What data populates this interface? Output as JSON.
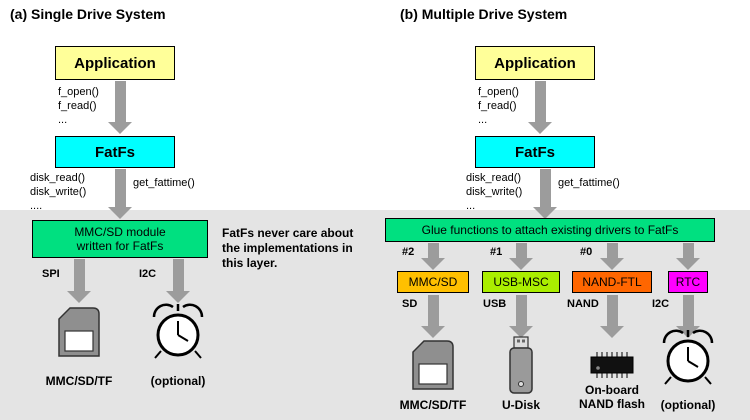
{
  "colors": {
    "application": "#FFFF99",
    "fatfs": "#00FFFF",
    "green_layer": "#00E080",
    "arrow": "#9C9C9C",
    "layer_band": "#E4E4E4"
  },
  "a": {
    "title": "(a) Single Drive System",
    "application": "Application",
    "api_calls": "f_open()\nf_read()\n...",
    "fatfs": "FatFs",
    "disk_calls": "disk_read()\ndisk_write()\n....",
    "get_fattime": "get_fattime()",
    "module": "MMC/SD module\nwritten for FatFs",
    "bus_spi": "SPI",
    "bus_i2c": "I2C",
    "device_card": "MMC/SD/TF",
    "device_clock": "(optional)",
    "note": "FatFs never care about\nthe implementations in\nthis layer."
  },
  "b": {
    "title": "(b) Multiple Drive System",
    "application": "Application",
    "api_calls": "f_open()\nf_read()\n...",
    "fatfs": "FatFs",
    "disk_calls": "disk_read()\ndisk_write()\n...",
    "get_fattime": "get_fattime()",
    "glue": "Glue functions to attach existing drivers to FatFs",
    "drives": [
      {
        "num": "#2",
        "label": "MMC/SD",
        "color": "#FFC000",
        "bus": "SD",
        "device": "MMC/SD/TF"
      },
      {
        "num": "#1",
        "label": "USB-MSC",
        "color": "#AAEE00",
        "bus": "USB",
        "device": "U-Disk"
      },
      {
        "num": "#0",
        "label": "NAND-FTL",
        "color": "#FF6600",
        "bus": "NAND",
        "device": "On-board\nNAND flash"
      },
      {
        "num": "",
        "label": "RTC",
        "color": "#FF00FF",
        "bus": "I2C",
        "device": "(optional)"
      }
    ]
  }
}
